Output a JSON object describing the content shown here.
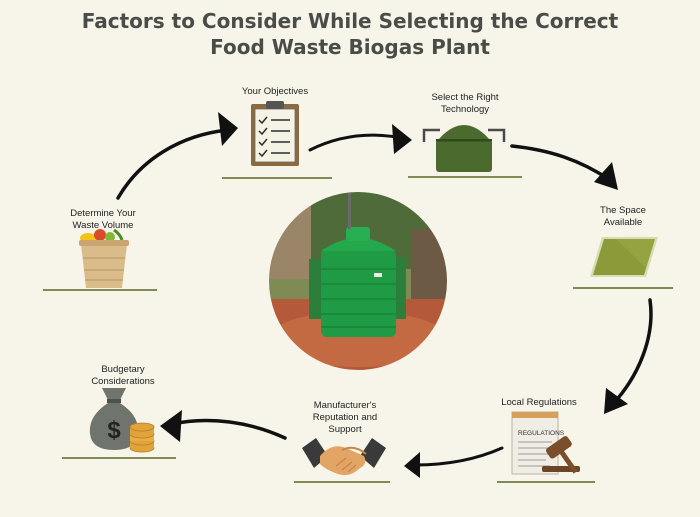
{
  "title": {
    "line1": "Factors to Consider While Selecting the Correct",
    "line2": "Food Waste Biogas Plant"
  },
  "factors": {
    "objectives": {
      "label": "Your Objectives",
      "icon": "clipboard-checklist-icon"
    },
    "technology": {
      "line1": "Select the Right",
      "line2": "Technology",
      "icon": "biogas-digester-dome-icon"
    },
    "space": {
      "line1": "The Space",
      "line2": "Available",
      "icon": "land-plot-icon"
    },
    "regulations": {
      "label": "Local Regulations",
      "icon": "gavel-regulations-icon",
      "doc_text": "REGULATIONS"
    },
    "manufacturer": {
      "line1": "Manufacturer's",
      "line2": "Reputation and",
      "line3": "Support",
      "icon": "handshake-icon"
    },
    "budget": {
      "line1": "Budgetary",
      "line2": "Considerations",
      "icon": "money-bag-coins-icon",
      "currency_symbol": "$"
    },
    "waste": {
      "line1": "Determine Your",
      "line2": "Waste Volume",
      "icon": "food-waste-basket-icon"
    }
  },
  "center_image": {
    "subject": "green biogas plant tank photo"
  },
  "colors": {
    "background": "#f7f5ea",
    "accent_olive": "#7e8c52",
    "digester_green": "#4b6a2e",
    "tank_green": "#1f9a45",
    "arrow": "#111111"
  }
}
